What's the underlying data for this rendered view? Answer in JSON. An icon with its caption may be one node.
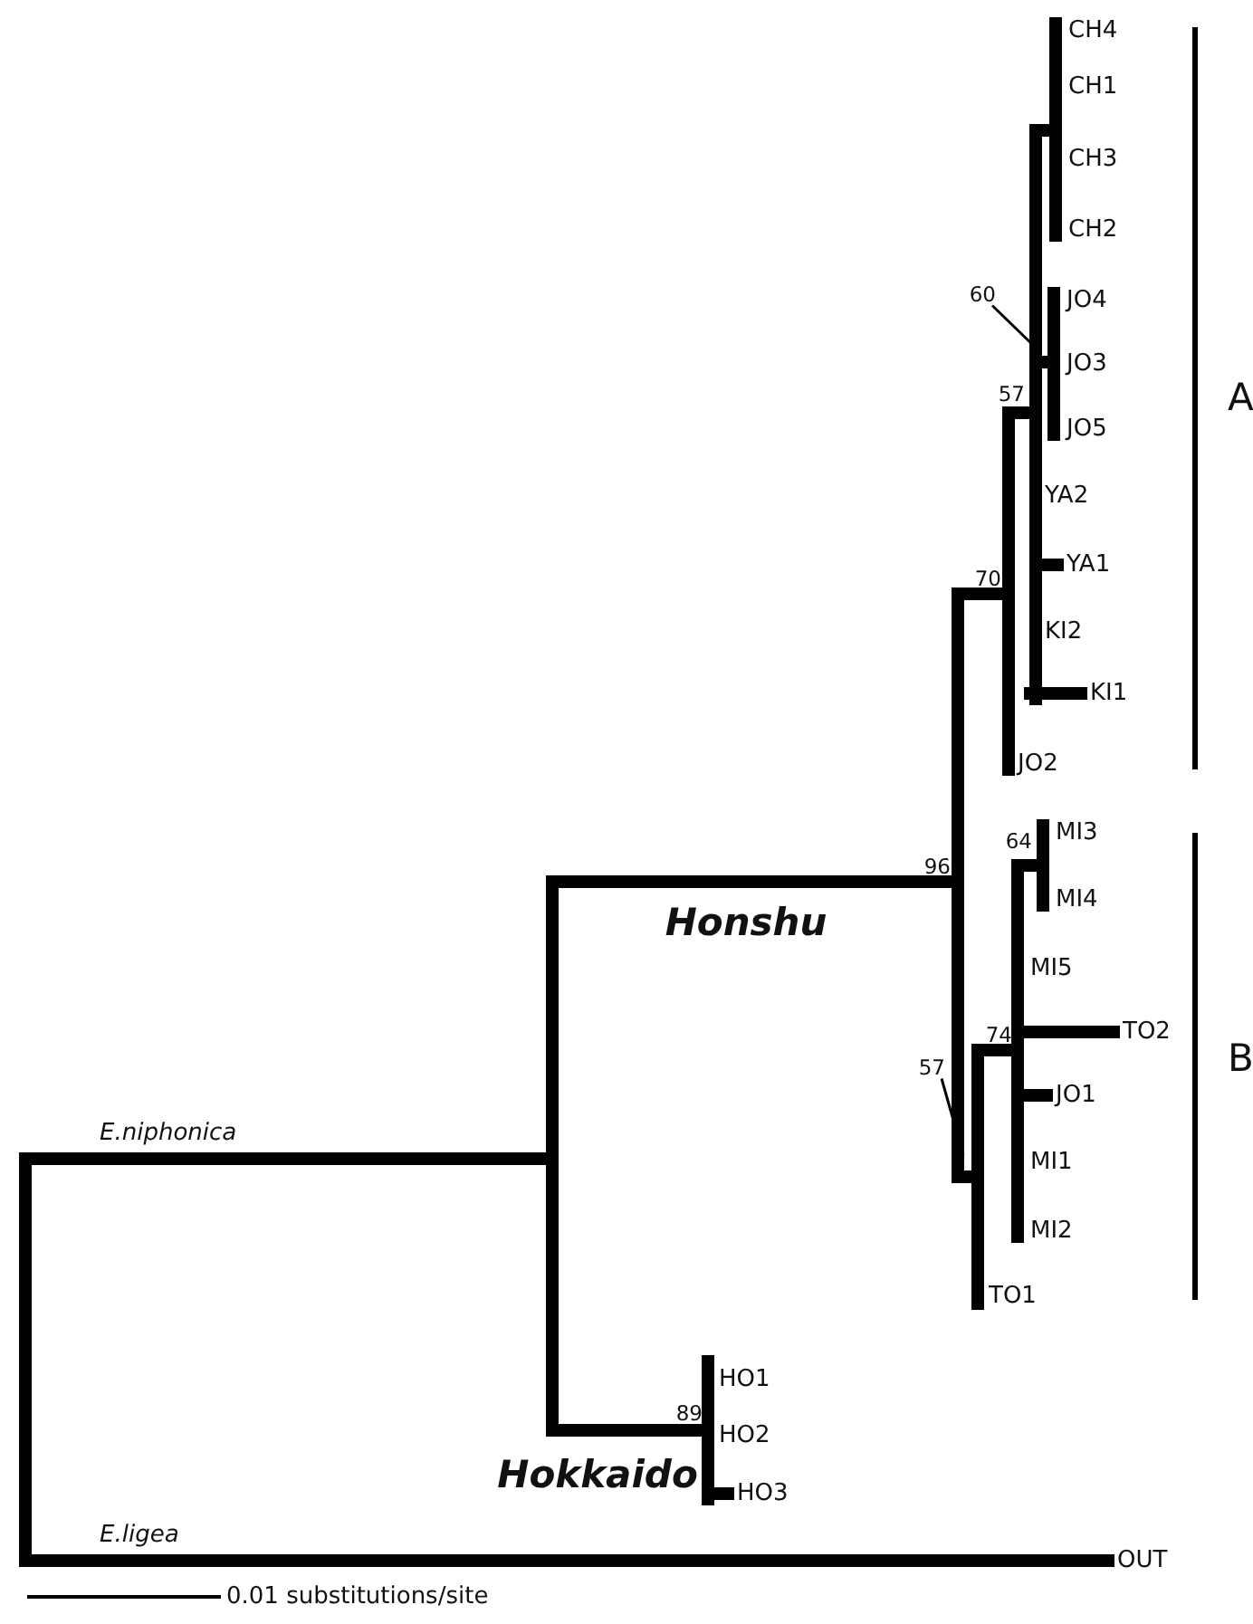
{
  "diagram": {
    "nodes": [
      {
        "text": [
          "60"
        ]
      },
      {
        "text": [
          "57"
        ]
      }
    ],
    "edges": [
      {
        "from": 0,
        "to": null,
        "arrow": "none"
      },
      {
        "from": 1,
        "to": null,
        "arrow": "none"
      }
    ],
    "labels": [
      "CH4",
      "CH1",
      "CH3",
      "CH2",
      "JO4",
      "JO3",
      "A",
      "57",
      "JO5",
      "YA2",
      "70",
      "YA1",
      "KI2",
      "KI1",
      "JO2",
      "MI3",
      "64",
      "96",
      "MI4",
      "Honshu",
      "MI5",
      "74",
      "TO2",
      "B",
      "JO1",
      "E.niphonica",
      "MI1",
      "MI2",
      "TO1",
      "HO1",
      "89",
      "HO2",
      "Hokkaido",
      "HO3",
      "E.ligea",
      "OUT",
      "0.01 substitutions/site"
    ]
  }
}
